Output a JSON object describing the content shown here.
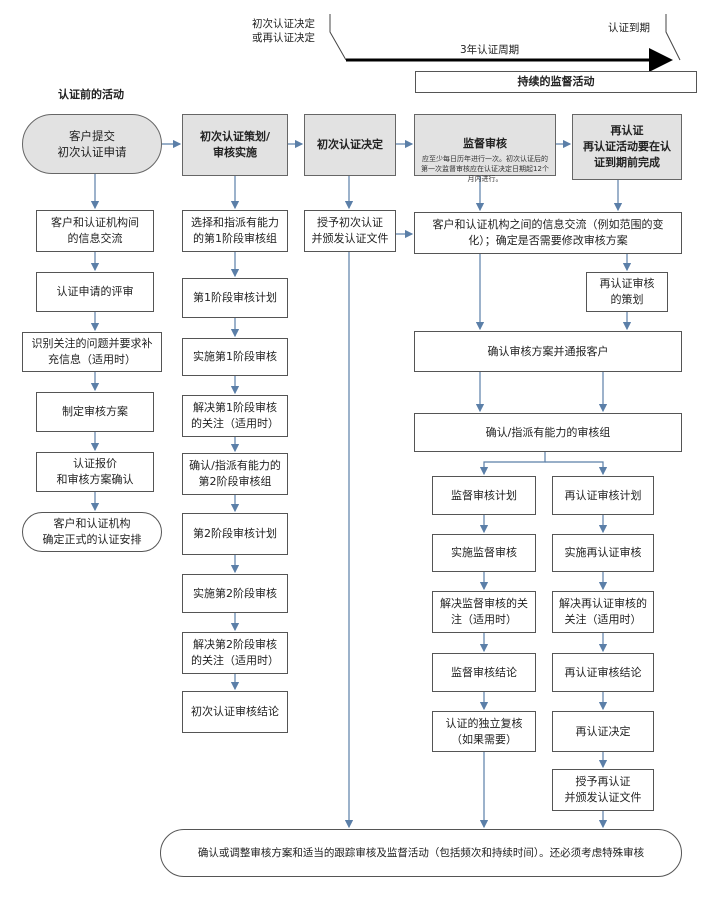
{
  "top": {
    "initial_or_recert_decision": "初次认证决定\n或再认证决定",
    "cert_expiry": "认证到期",
    "cycle_label": "3年认证周期",
    "continuing_surveillance": "持续的监督活动"
  },
  "pre_cert": {
    "heading": "认证前的活动",
    "steps": [
      "客户提交\n初次认证申请",
      "客户和认证机构间\n的信息交流",
      "认证申请的评审",
      "识别关注的问题并要求补\n充信息（适用时）",
      "制定审核方案",
      "认证报价\n和审核方案确认",
      "客户和认证机构\n确定正式的认证安排"
    ]
  },
  "initial_audit": {
    "heading": "初次认证策划/\n审核实施",
    "steps": [
      "选择和指派有能力\n的第1阶段审核组",
      "第1阶段审核计划",
      "实施第1阶段审核",
      "解决第1阶段审核\n的关注（适用时）",
      "确认/指派有能力的\n第2阶段审核组",
      "第2阶段审核计划",
      "实施第2阶段审核",
      "解决第2阶段审核\n的关注（适用时）",
      "初次认证审核结论"
    ]
  },
  "initial_decision": {
    "heading": "初次认证决定",
    "step": "授予初次认证\n并颁发认证文件"
  },
  "surveillance": {
    "heading": "监督审核",
    "note": "应至少每日历年进行一次。初次认证后的第一次监督审核应在认证决定日期起12个月内进行。"
  },
  "recert": {
    "heading": "再认证\n再认证活动要在认\n证到期前完成"
  },
  "shared": {
    "info_exchange": "客户和认证机构之间的信息交流（例如范围的变\n化）；确定是否需要修改审核方案",
    "recert_planning": "再认证审核\n的策划",
    "confirm_program": "确认审核方案并通报客户",
    "confirm_team": "确认/指派有能力的审核组"
  },
  "surv_steps": [
    "监督审核计划",
    "实施监督审核",
    "解决监督审核的关\n注（适用时）",
    "监督审核结论",
    "认证的独立复核\n（如果需要）"
  ],
  "recert_steps": [
    "再认证审核计划",
    "实施再认证审核",
    "解决再认证审核的\n关注（适用时）",
    "再认证审核结论",
    "再认证决定",
    "授予再认证\n并颁发认证文件"
  ],
  "bottom": "确认或调整审核方案和适当的跟踪审核及监督活动（包括频次和持续时间）。还必须考虑特殊审核"
}
